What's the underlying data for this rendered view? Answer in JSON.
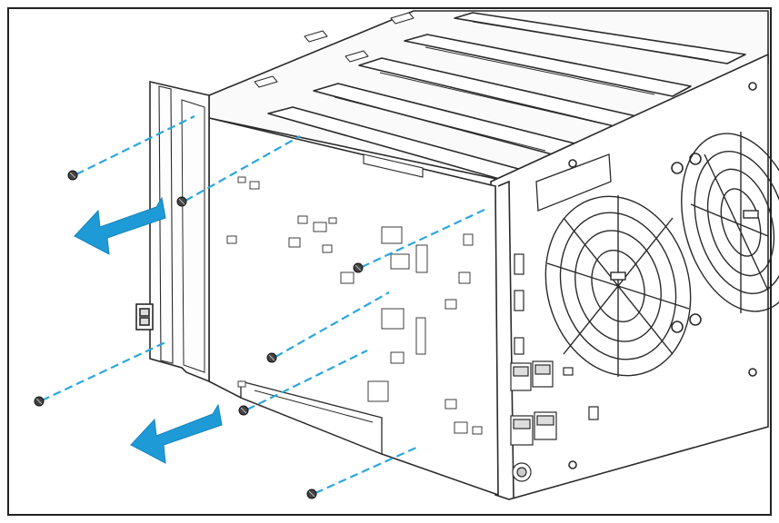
{
  "figure": {
    "kind": "exploded assembly illustration",
    "line_color": "#2a2a2a",
    "guide_line_color": "#2aa7df",
    "arrow_color": "#1e9bd7",
    "frame_color": "#222222",
    "icons": [
      "screw-icon",
      "remove-arrow-icon",
      "fan-grille-icon",
      "motherboard-icon",
      "chassis-icon"
    ],
    "screw_count": 7,
    "arrow_count": 2
  }
}
